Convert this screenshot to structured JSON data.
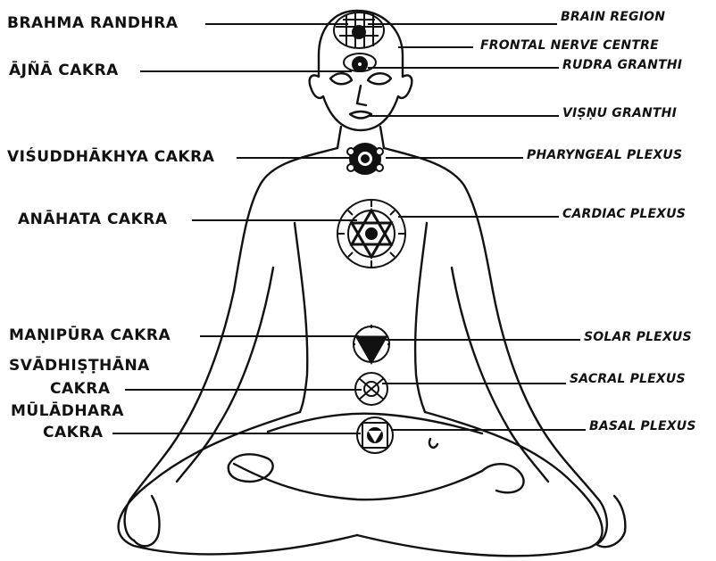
{
  "left_labels": {
    "brahma_randhra": "BRAHMA RANDHRA",
    "ajna_cakra": "ĀJÑĀ CAKRA",
    "visuddhakhya_cakra": "VIŚUDDHĀKHYA CAKRA",
    "anahata_cakra": "ANĀHATA CAKRA",
    "manipura_cakra": "MAṆIPŪRA CAKRA",
    "svadhisthana_line1": "SVĀDHIṢṬHĀNA",
    "svadhisthana_line2": "CAKRA",
    "muladhara_line1": "MŪLĀDHARA",
    "muladhara_line2": "CAKRA"
  },
  "right_labels": {
    "brain_region": "BRAIN REGION",
    "frontal_nerve_centre": "FRONTAL NERVE CENTRE",
    "rudra_granthi": "RUDRA GRANTHI",
    "visnu_granthi": "VIṢṆU GRANTHI",
    "pharyngeal_plexus": "PHARYNGEAL PLEXUS",
    "cardiac_plexus": "CARDIAC PLEXUS",
    "solar_plexus": "SOLAR PLEXUS",
    "sacral_plexus": "SACRAL PLEXUS",
    "basal_plexus": "BASAL PLEXUS"
  },
  "colors": {
    "ink": "#111111",
    "background": "#ffffff"
  }
}
